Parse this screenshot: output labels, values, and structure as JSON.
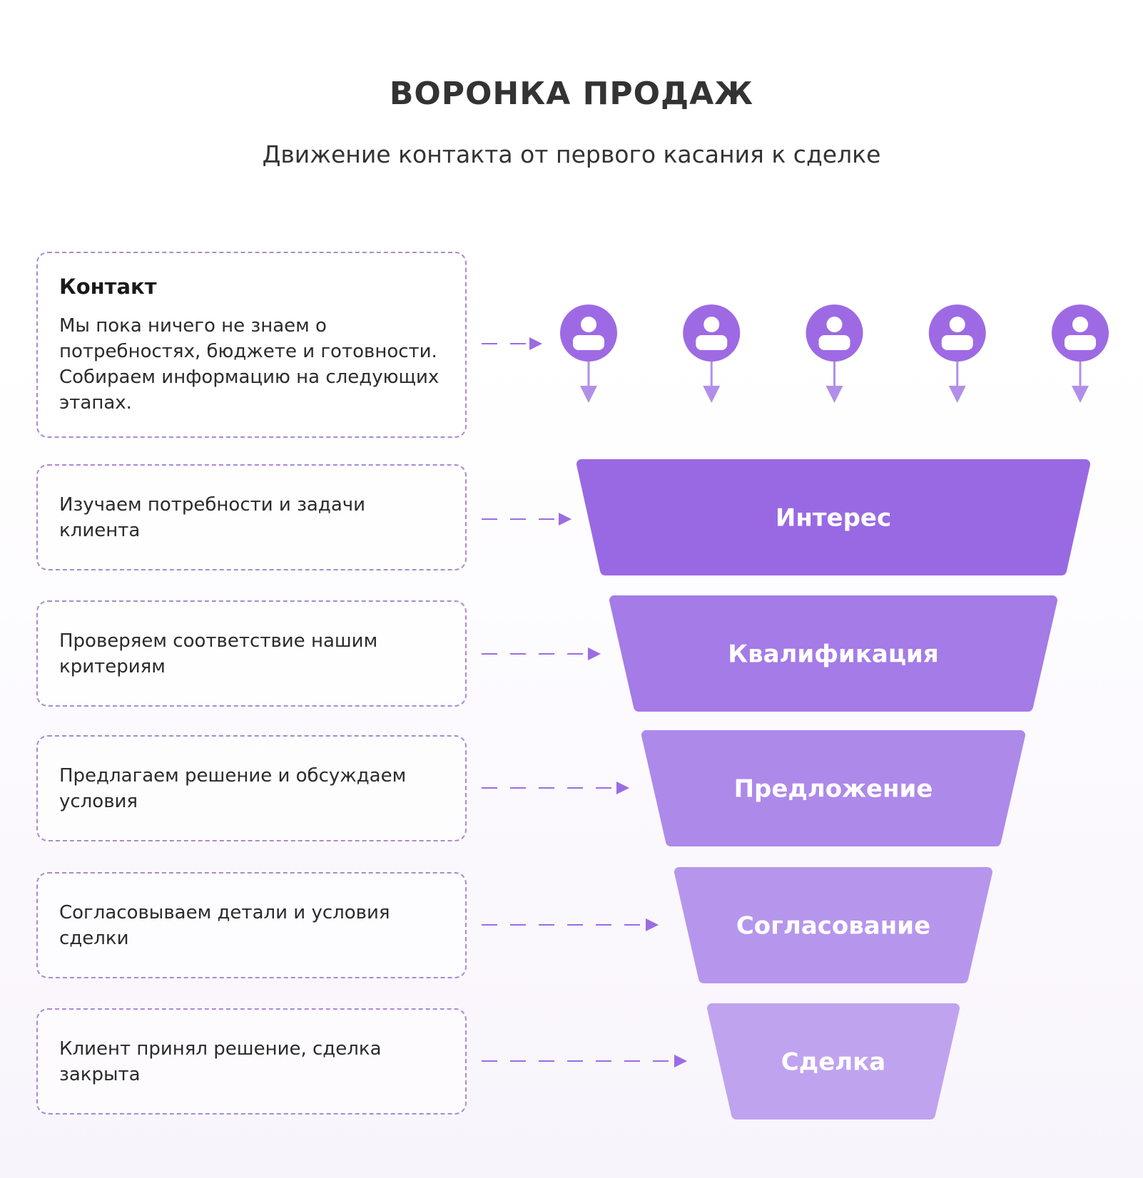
{
  "header": {
    "title": "ВОРОНКА ПРОДАЖ",
    "subtitle": "Движение контакта от первого касания к сделке"
  },
  "contact_card": {
    "title": "Контакт",
    "text": "Мы пока ничего не знаем о потребностях, бюджете и готовности. Собираем информацию на следующих этапах."
  },
  "contacts": {
    "count": 5,
    "icon": "user-icon"
  },
  "stages": [
    {
      "label": "Интерес",
      "description": "Изучаем потребности и задачи клиента",
      "color": "#9969e3"
    },
    {
      "label": "Квалификация",
      "description": "Проверяем соответствие нашим критериям",
      "color": "#a47be7"
    },
    {
      "label": "Предложение",
      "description": "Предлагаем решение и обсуждаем условия",
      "color": "#ad89ea"
    },
    {
      "label": "Согласование",
      "description": "Согласовываем детали и условия сделки",
      "color": "#b696ec"
    },
    {
      "label": "Сделка",
      "description": "Клиент принял решение, сделка закрыта",
      "color": "#c0a3ef"
    }
  ],
  "colors": {
    "contact_icon": "#9d6ae4",
    "contact_arrow": "#b18fe8",
    "connector": "#9c6ce2",
    "card_border": "#a98ad3"
  }
}
